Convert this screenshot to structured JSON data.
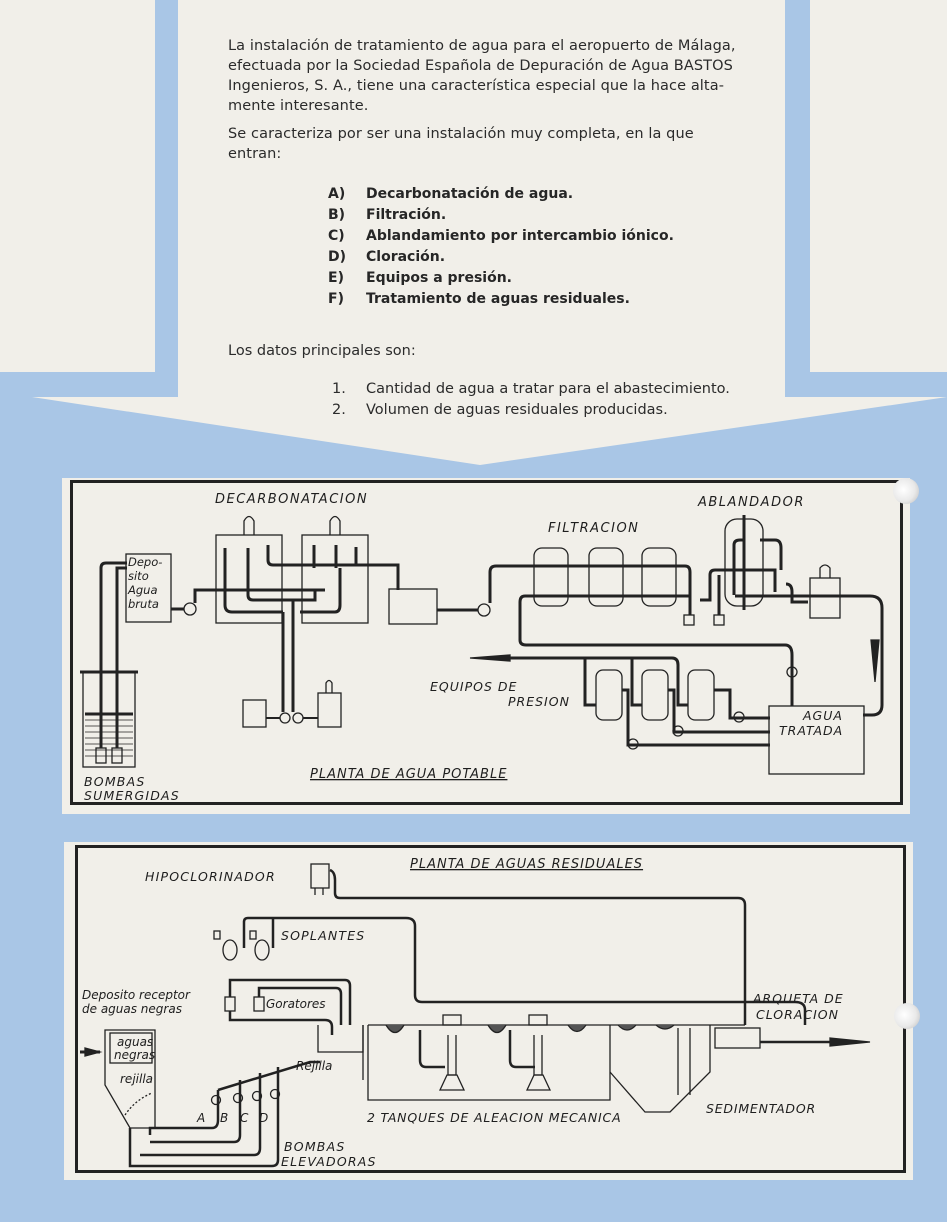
{
  "intro": {
    "paragraph_1": "La instalación de tratamiento de agua para el aeropuerto de Málaga, efectuada por la Sociedad Española de Depuración de Agua BASTOS Ingenieros, S. A., tiene una característica especial que la hace altamente interesante.",
    "paragraph_1_lines": [
      "La instalación de tratamiento de agua para el aeropuerto de Málaga,",
      "efectuada por la Sociedad Española de Depuración de Agua BASTOS",
      "Ingenieros, S. A., tiene una característica especial que la hace alta-",
      "mente interesante."
    ],
    "paragraph_2_lines": [
      "Se caracteriza por ser una instalación muy completa, en la que",
      "entran:"
    ]
  },
  "components": [
    {
      "key": "A)",
      "label": "Decarbonatación de agua."
    },
    {
      "key": "B)",
      "label": "Filtración."
    },
    {
      "key": "C)",
      "label": "Ablandamiento por intercambio iónico."
    },
    {
      "key": "D)",
      "label": "Cloración."
    },
    {
      "key": "E)",
      "label": "Equipos a presión."
    },
    {
      "key": "F)",
      "label": "Tratamiento de aguas residuales."
    }
  ],
  "datos": {
    "title": "Los datos principales son:",
    "items": [
      {
        "key": "1.",
        "label": "Cantidad de agua a tratar para el abastecimiento."
      },
      {
        "key": "2.",
        "label": "Volumen de aguas residuales producidas."
      }
    ]
  },
  "diagram_potable": {
    "title": "PLANTA DE AGUA POTABLE",
    "labels": {
      "decarbonatacion": "DECARBONATACION",
      "filtracion": "FILTRACION",
      "ablandador": "ABLANDADOR",
      "deposito_1": "Depo-",
      "deposito_2": "sito",
      "deposito_3": "Agua",
      "deposito_4": "bruta",
      "equipos_1": "EQUIPOS DE",
      "equipos_2": "PRESION",
      "agua_1": "AGUA",
      "agua_2": "TRATADA",
      "bombas_1": "BOMBAS",
      "bombas_2": "SUMERGIDAS"
    }
  },
  "diagram_residual": {
    "title": "PLANTA DE AGUAS RESIDUALES",
    "labels": {
      "hipoclorinador": "HIPOCLORINADOR",
      "soplantes": "SOPLANTES",
      "deposito_1": "Deposito receptor",
      "deposito_2": "de aguas negras",
      "goratores": "Goratores",
      "aguas_1": "aguas",
      "aguas_2": "negras",
      "rejilla_small": "rejilla",
      "rejilla": "Rejilla",
      "arqueta_1": "ARQUETA DE",
      "arqueta_2": "CLORACION",
      "tanques": "2 TANQUES DE ALEACION MECANICA",
      "sedimentador": "SEDIMENTADOR",
      "bombas_1": "BOMBAS",
      "bombas_2": "ELEVADORAS",
      "pump_a": "A",
      "pump_b": "B",
      "pump_c": "C",
      "pump_d": "D"
    }
  },
  "colors": {
    "blue": "#a9c6e6",
    "paper": "#f1efe9",
    "ink": "#222222"
  }
}
